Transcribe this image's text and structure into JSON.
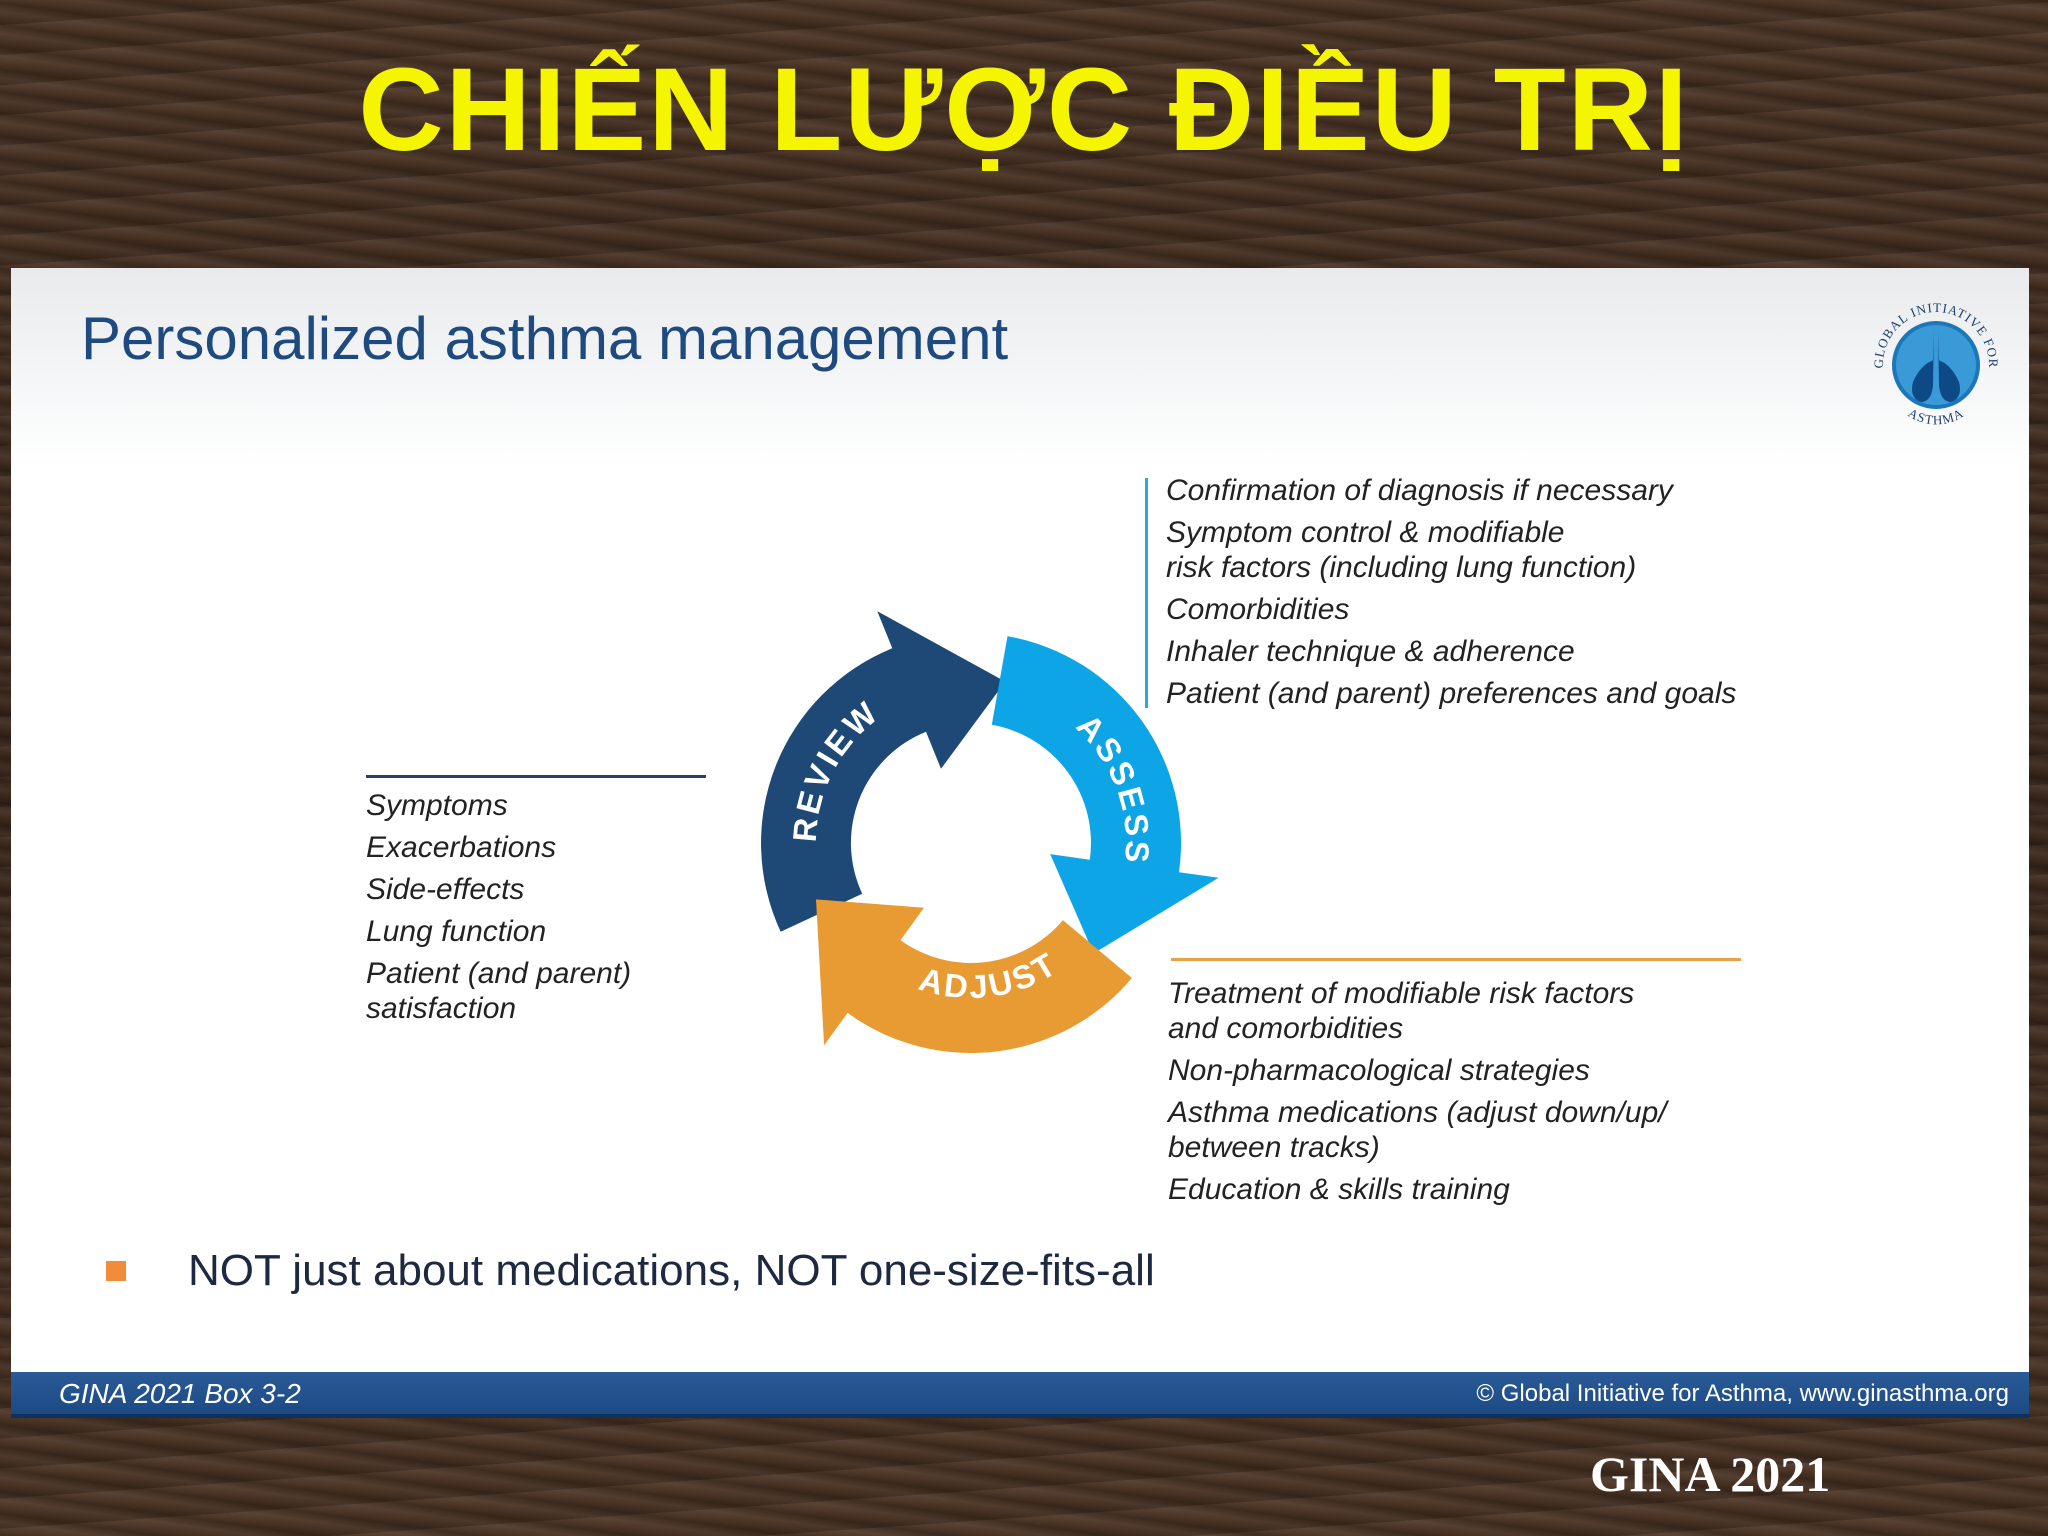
{
  "banner": {
    "title": "CHIẾN LƯỢC ĐIỀU TRỊ"
  },
  "slide": {
    "title": "Personalized asthma management",
    "logo": {
      "icon": "gina-lung-logo-icon",
      "top_text": "GLOBAL INITIATIVE FOR",
      "bottom_text": "ASTHMA"
    }
  },
  "cycle": {
    "review_label": "REVIEW",
    "assess_label": "ASSESS",
    "adjust_label": "ADJUST",
    "colors": {
      "review": "#1e4875",
      "assess": "#0ea5e6",
      "adjust": "#e99b33"
    }
  },
  "assess_items": [
    "Confirmation of diagnosis if necessary",
    "Symptom control & modifiable",
    "risk factors (including lung function)",
    "Comorbidities",
    "Inhaler technique & adherence",
    "Patient (and parent) preferences and goals"
  ],
  "review_items": [
    "Symptoms",
    "Exacerbations",
    "Side-effects",
    "Lung function",
    "Patient (and parent)",
    "satisfaction"
  ],
  "adjust_items": [
    "Treatment of modifiable risk factors",
    "and comorbidities",
    "Non-pharmacological strategies",
    "Asthma medications (adjust down/up/",
    "between tracks)",
    "Education & skills training"
  ],
  "bullet": {
    "text": "NOT just about medications, NOT one-size-fits-all"
  },
  "footer": {
    "left": "GINA 2021 Box 3-2",
    "right": "© Global Initiative for Asthma, www.ginasthma.org"
  },
  "corner_tag": "GINA 2021"
}
